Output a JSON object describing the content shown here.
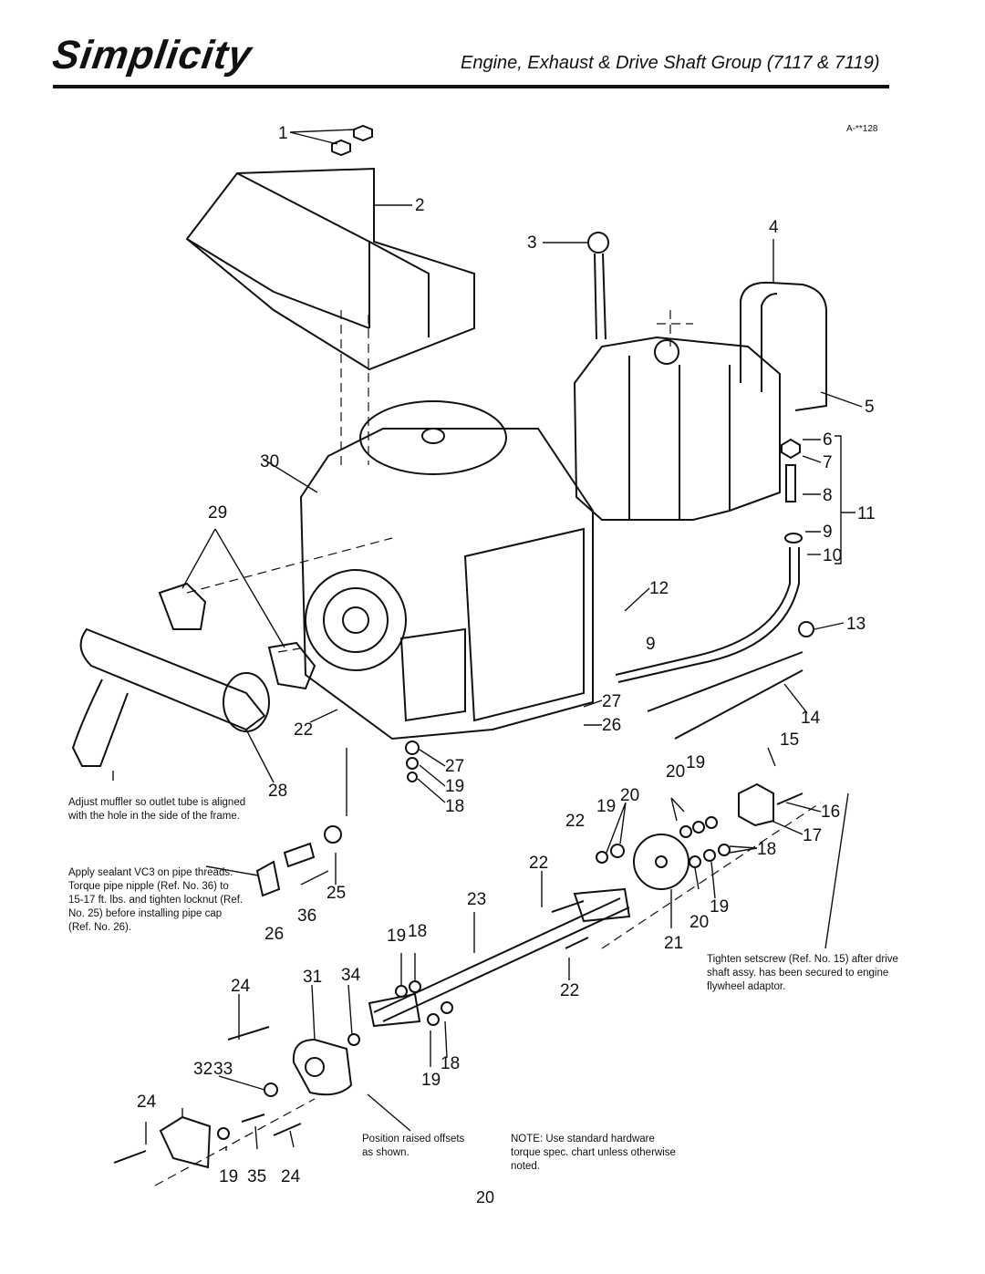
{
  "header": {
    "logo": "Simplicity",
    "title": "Engine, Exhaust & Drive Shaft Group (7117 & 7119)",
    "figure_id": "A-**128"
  },
  "notes": {
    "muffler": "Adjust muffler so outlet tube is aligned with the hole in the side of the frame.",
    "sealant": "Apply sealant VC3 on pipe threads. Torque pipe nipple (Ref. No. 36) to 15-17 ft. lbs. and tighten locknut (Ref. No. 25) before installing pipe cap (Ref. No. 26).",
    "setscrew": "Tighten setscrew (Ref. No. 15) after drive shaft assy. has been secured to engine flywheel adaptor.",
    "offsets": "Position raised offsets as shown.",
    "hardware": "NOTE: Use standard hardware torque spec. chart unless otherwise noted."
  },
  "callouts": [
    "1",
    "2",
    "3",
    "4",
    "5",
    "6",
    "7",
    "8",
    "9",
    "10",
    "11",
    "12",
    "13",
    "14",
    "15",
    "16",
    "17",
    "18",
    "19",
    "20",
    "21",
    "22",
    "23",
    "24",
    "25",
    "26",
    "27",
    "28",
    "29",
    "30",
    "31",
    "32",
    "33",
    "34",
    "35",
    "36"
  ],
  "page_number": "20"
}
